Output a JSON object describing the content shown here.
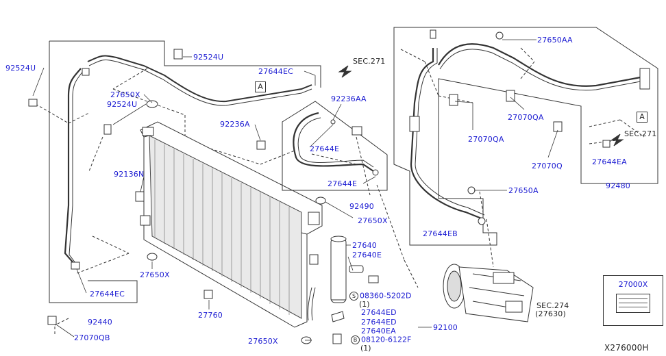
{
  "labels": {
    "l_92524U_a": "92524U",
    "l_92524U_b": "92524U",
    "l_92524U_c": "92524U",
    "l_27644EC_top": "27644EC",
    "l_sec271_a": "SEC.271",
    "l_A_box": "A",
    "l_27650X_a": "27650X",
    "l_92236AA": "92236AA",
    "l_92236A": "92236A",
    "l_27644E_a": "27644E",
    "l_27644E_b": "27644E",
    "l_92136N": "92136N",
    "l_92490": "92490",
    "l_27650X_b": "27650X",
    "l_27640": "27640",
    "l_27640E": "27640E",
    "l_27650X_c": "27650X",
    "l_27644EC_bot": "27644EC",
    "l_92440": "92440",
    "l_27070QB": "27070QB",
    "l_27760": "27760",
    "l_27650X_d": "27650X",
    "l_08360": "08360-5202D",
    "l_08360_qty": "(1)",
    "l_08360_mark": "S",
    "l_27644ED_a": "27644ED",
    "l_27644ED_b": "27644ED",
    "l_27640EA": "27640EA",
    "l_08120": "08120-6122F",
    "l_08120_qty": "(1)",
    "l_08120_mark": "B",
    "l_92100": "92100",
    "l_sec274": "SEC.274",
    "l_27630": "(27630)",
    "l_27650AA": "27650AA",
    "l_27070QA_a": "27070QA",
    "l_27070QA_b": "27070QA",
    "l_27070Q": "27070Q",
    "l_27644EA": "27644EA",
    "l_sec271_b": "SEC.271",
    "l_A_box2": "A",
    "l_92480": "92480",
    "l_27650A": "27650A",
    "l_27644EB": "27644EB",
    "l_27000X": "27000X",
    "l_fig": "X276000H"
  }
}
